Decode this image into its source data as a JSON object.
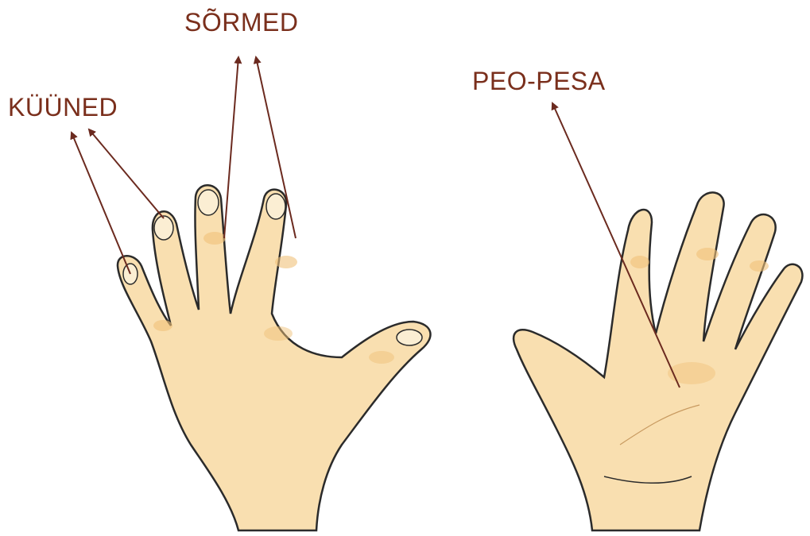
{
  "labels": {
    "fingers": "SÕRMED",
    "nails": "KÜÜNED",
    "palm": "PEO-PESA"
  },
  "colors": {
    "label_text": "#7a2f1c",
    "arrow": "#6b2a1f",
    "skin": "#f9dfb0",
    "skin_shade": "#f0c27a",
    "outline": "#2b2b2b"
  }
}
